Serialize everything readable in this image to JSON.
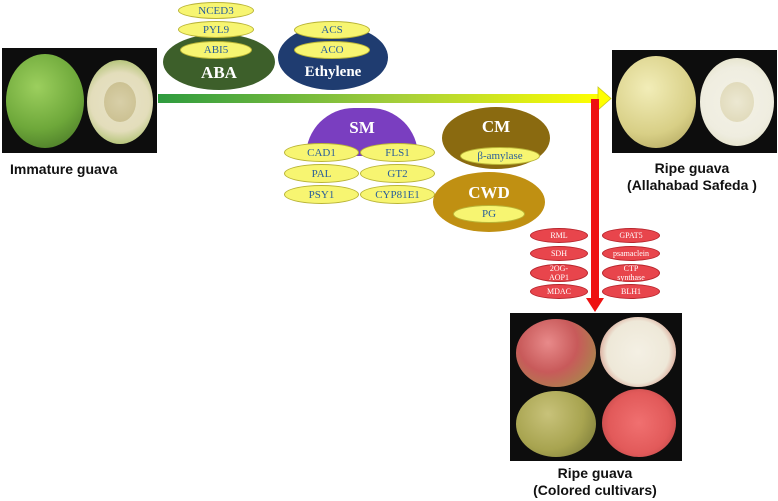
{
  "labels": {
    "immature": "Immature guava",
    "ripe_line1": "Ripe guava",
    "ripe_line2": "(Allahabad Safeda )",
    "colored_line1": "Ripe guava",
    "colored_line2": "(Colored cultivars)"
  },
  "groups": {
    "aba": {
      "title": "ABA",
      "color": "#3d5f2a",
      "genes": [
        "NCED3",
        "PYL9",
        "ABI5"
      ]
    },
    "ethylene": {
      "title": "Ethylene",
      "color": "#1f3c70",
      "genes": [
        "ACS",
        "ACO"
      ]
    },
    "sm": {
      "title": "SM",
      "color": "#7a3ec0",
      "genes": [
        "CAD1",
        "FLS1",
        "PAL",
        "GT2",
        "PSY1",
        "CYP81E1"
      ]
    },
    "cm": {
      "title": "CM",
      "color": "#8a6a10",
      "genes": [
        "β-amylase"
      ]
    },
    "cwd": {
      "title": "CWD",
      "color": "#c09012",
      "genes": [
        "PG"
      ]
    }
  },
  "red_genes": {
    "left": [
      "RML",
      "SDH",
      "2OG-\nAOP1",
      "MDAC"
    ],
    "right": [
      "GPAT5",
      "psamaclein",
      "CTP\nsynthase",
      "BLH1"
    ]
  },
  "colors": {
    "arrow_start": "#2e9b3f",
    "arrow_end": "#ffff00",
    "down_arrow": "#ee1111",
    "gene_fill": "#f7f571",
    "gene_text": "#2a5f9a",
    "red_gene": "#e8454c"
  }
}
